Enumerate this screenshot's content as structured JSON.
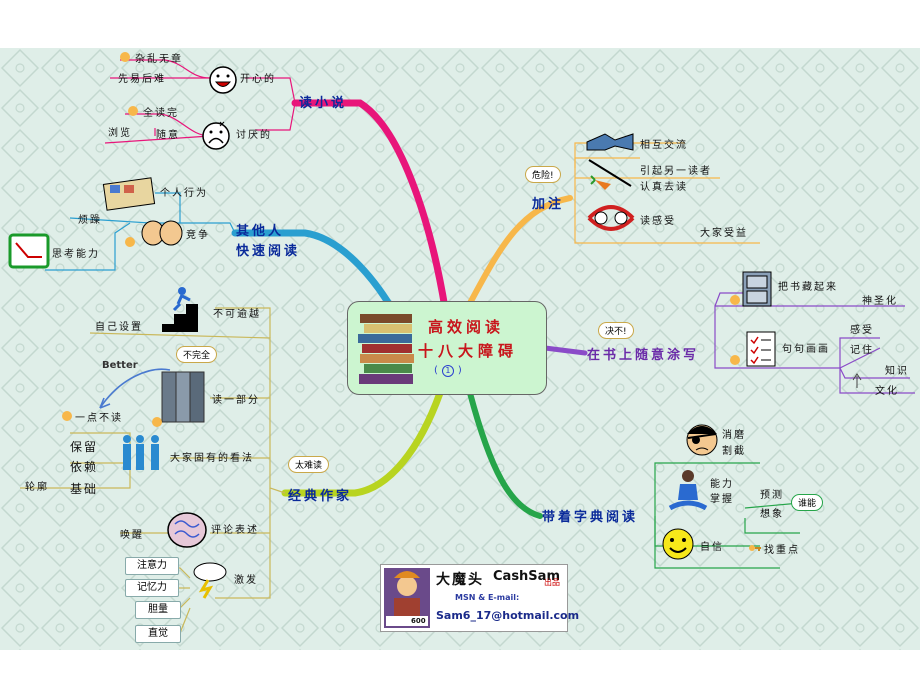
{
  "center": {
    "line1": "高效阅读",
    "line2": "十八大障碍",
    "num": "1"
  },
  "branches": {
    "novel": {
      "title": "读小说",
      "happy": "开心的",
      "upset": "讨厌的",
      "happy_sub1": "杂乱无章",
      "happy_sub2": "先易后难",
      "upset_sub1": "全读完",
      "upset_sub2": "随意",
      "upset_sub3": "浏览"
    },
    "others": {
      "title_line1": "其他人",
      "title_line2": "快速阅读",
      "personal": "个人行为",
      "compete": "竞争",
      "worry": "烦躁",
      "think": "思考能力"
    },
    "classic": {
      "title": "经典作家",
      "bubble": "太难读",
      "fear": "不可逾越",
      "self": "自己设置",
      "better": "Better",
      "incomplete": "不完全",
      "part": "读一部分",
      "a_little": "一点不读",
      "views": "大家固有的看法",
      "v1": "保留",
      "v2": "依赖",
      "v3": "基础",
      "v4": "轮廓",
      "review": "评论表述",
      "wake": "唤醒",
      "excite": "激发",
      "e1": "注意力",
      "e2": "记忆力",
      "e3": "胆量",
      "e4": "直觉"
    },
    "comment": {
      "title": "加注",
      "bubble": "危险!",
      "share": "相互交流",
      "guide1": "引起另一读者",
      "guide2": "认真去读",
      "feel": "读感受",
      "all": "大家受益"
    },
    "margin": {
      "title": "在书上随意涂写",
      "bubble": "决不!",
      "hide": "把书藏起来",
      "sacred": "神圣化",
      "draw": "句句画画",
      "s1": "感受",
      "s2": "记住",
      "s3": "知识",
      "s4": "文化"
    },
    "dictionary": {
      "title": "带着字典阅读",
      "kill1": "消磨",
      "kill2": "割截",
      "ability1": "能力",
      "ability2": "掌握",
      "predict": "预测",
      "guess": "想象",
      "bubble": "谁能",
      "confident": "自信",
      "key": "找重点"
    }
  },
  "signature": {
    "name": "大魔头",
    "name_en": "CashSam",
    "produced": "出品",
    "contact_label": "MSN & E-mail:",
    "email": "Sam6_17@hotmail.com",
    "badge": "600"
  },
  "colors": {
    "novel": "#e8157a",
    "others": "#2a9fd0",
    "classic": "#b8d420",
    "comment": "#f7b74a",
    "margin": "#8a4bc8",
    "dictionary": "#26a54a",
    "title_text": "#0a2a9a",
    "center_text": "#c8151b",
    "center_bg": "#ccf5d0"
  }
}
